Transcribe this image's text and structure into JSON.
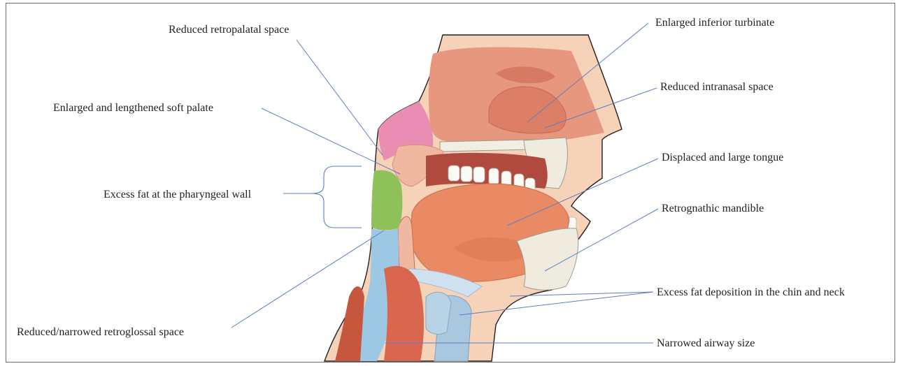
{
  "labels": {
    "retropalatal": "Reduced retropalatal space",
    "soft_palate": "Enlarged and lengthened soft palate",
    "pharyngeal_fat": "Excess fat at the pharyngeal wall",
    "retroglossal": "Reduced/narrowed retroglossal space",
    "turbinate": "Enlarged inferior turbinate",
    "intranasal": "Reduced intranasal space",
    "tongue": "Displaced and large tongue",
    "mandible": "Retrognathic mandible",
    "chin_neck_fat": "Excess fat deposition in the chin and neck",
    "airway": "Narrowed airway size"
  },
  "colors": {
    "leader_line": "#5b7fc4",
    "skin": "#f6d2b8",
    "nasal_tissue": "#e7977d",
    "tongue": "#e98a64",
    "pink_tissue": "#e98db3",
    "fat_green": "#8fc15a",
    "airway_blue": "#9cc8e4",
    "bone": "#f1eee4",
    "teeth": "#fbfbf6"
  }
}
